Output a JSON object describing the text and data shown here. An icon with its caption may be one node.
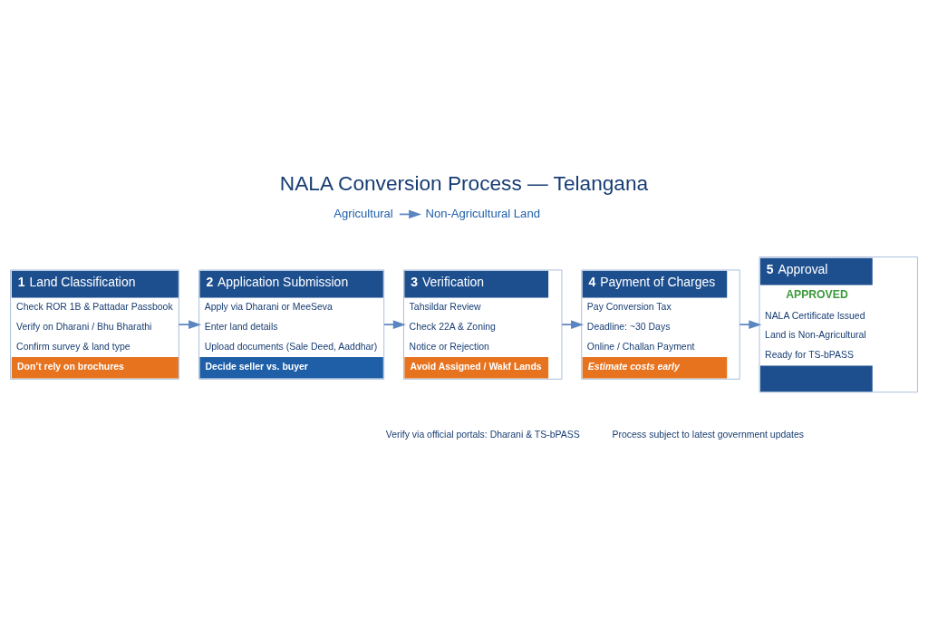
{
  "diagram": {
    "title": "NALA Conversion Process — Telangana",
    "nodes": [
      {
        "text": [
          "Agricultural"
        ]
      },
      {
        "text": [
          "Non-Agricultural Land"
        ]
      },
      {
        "text": [
          "1",
          "Land Classification",
          "Check ROR 1B & Pattadar Passbook",
          "Verify on Dharani / Bhu Bharathi",
          "Confirm survey & land type",
          "Don’t rely on brochures"
        ]
      },
      {
        "text": [
          "2",
          "Application Submission",
          "Apply via Dharani or MeeSeva",
          "Enter land details",
          "Upload documents (Sale Deed, Aaddhar)",
          "Decide seller vs. buyer"
        ]
      },
      {
        "text": [
          "3",
          "Verification",
          "Tahsildar Review",
          "Check 22A & Zoning",
          "Notice or Rejection",
          "Avoid Assigned / Wakf Lands"
        ]
      },
      {
        "text": [
          "4",
          "Payment of Charges",
          "Pay Conversion Tax",
          "Deadline: ~30 Days",
          "Online / Challan Payment",
          "Estimate costs early"
        ]
      },
      {
        "text": [
          "5",
          "Approval",
          "APPROVED",
          "NALA Certificate Issued",
          "Land is Non-Agricultural",
          "Ready for TS-bPASS"
        ]
      }
    ],
    "edges": [
      {
        "from": 0,
        "to": 1,
        "arrow": "to"
      },
      {
        "from": 2,
        "to": 3,
        "arrow": "to"
      },
      {
        "from": 3,
        "to": 4,
        "arrow": "to"
      },
      {
        "from": 4,
        "to": 5,
        "arrow": "to"
      },
      {
        "from": 5,
        "to": 6,
        "arrow": "to"
      }
    ],
    "labels": [
      "Verify via official portals: Dharani & TS-bPASS",
      "Process subject to latest government updates"
    ]
  }
}
